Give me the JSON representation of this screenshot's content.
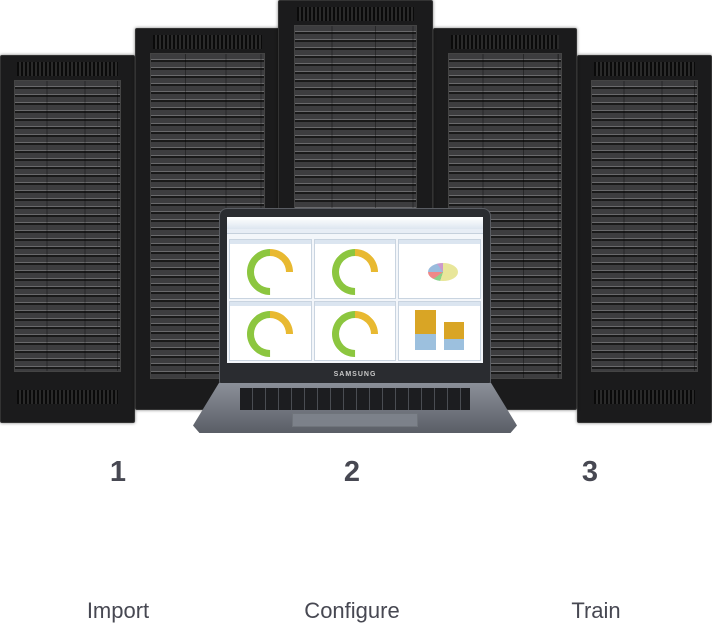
{
  "laptop": {
    "brand": "SAMSUNG"
  },
  "steps": [
    {
      "number": "1",
      "label": "Import"
    },
    {
      "number": "2",
      "label": "Configure"
    },
    {
      "number": "3",
      "label": "Train"
    }
  ]
}
